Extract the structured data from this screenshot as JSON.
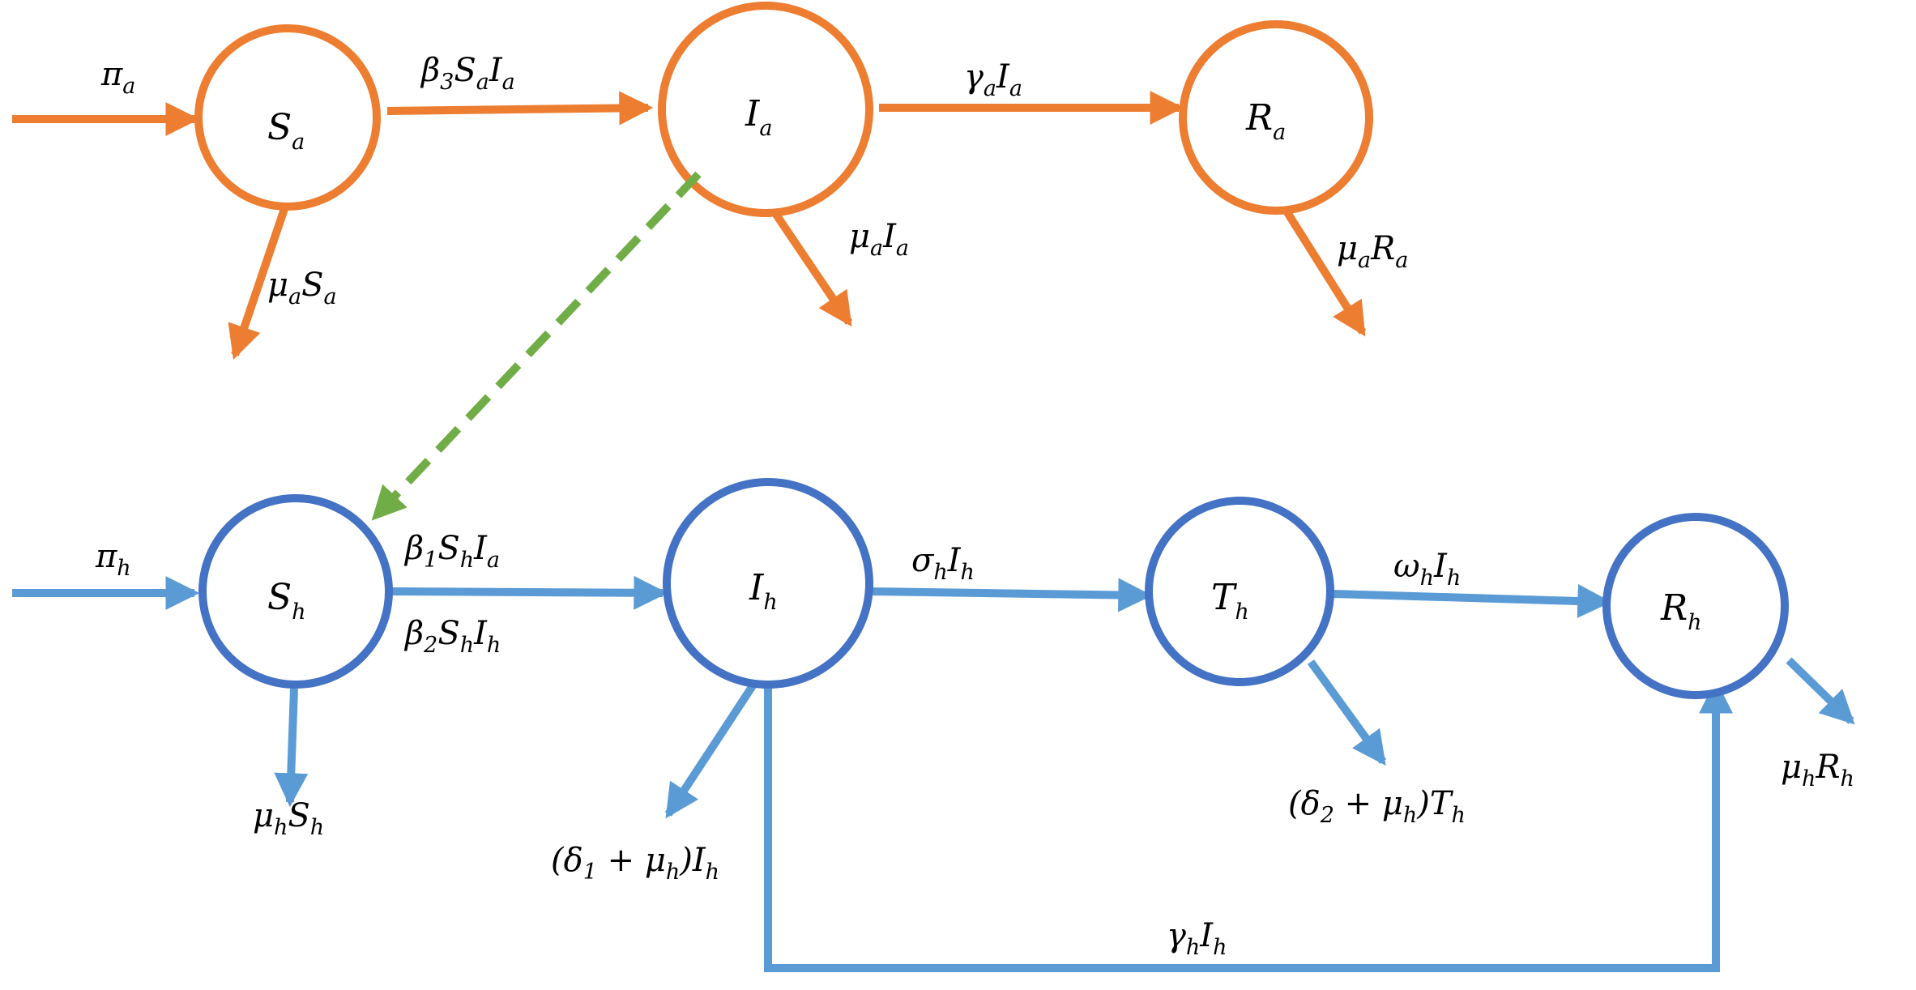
{
  "colors": {
    "animal": "#ED7D31",
    "human_arrow": "#5B9BD5",
    "human_node": "#4472C4",
    "cross": "#70AD47",
    "text": "#000000"
  },
  "animal": {
    "nodes": {
      "S": {
        "base": "S",
        "sub": "a"
      },
      "I": {
        "base": "I",
        "sub": "a"
      },
      "R": {
        "base": "R",
        "sub": "a"
      }
    },
    "labels": {
      "inflow": {
        "a": "π",
        "b": "a"
      },
      "infection": {
        "a": "β",
        "b": "3",
        "c": "S",
        "d": "a",
        "e": "I",
        "f": "a"
      },
      "recovery": {
        "a": "γ",
        "b": "a",
        "c": "I",
        "d": "a"
      },
      "death_S": {
        "a": "μ",
        "b": "a",
        "c": "S",
        "d": "a"
      },
      "death_I": {
        "a": "μ",
        "b": "a",
        "c": "I",
        "d": "a"
      },
      "death_R": {
        "a": "μ",
        "b": "a",
        "c": "R",
        "d": "a"
      }
    }
  },
  "human": {
    "nodes": {
      "S": {
        "base": "S",
        "sub": "h"
      },
      "I": {
        "base": "I",
        "sub": "h"
      },
      "T": {
        "base": "T",
        "sub": "h"
      },
      "R": {
        "base": "R",
        "sub": "h"
      }
    },
    "labels": {
      "inflow": {
        "a": "π",
        "b": "h"
      },
      "infection_from_animal": {
        "a": "β",
        "b": "1",
        "c": "S",
        "d": "h",
        "e": "I",
        "f": "a"
      },
      "infection_from_human": {
        "a": "β",
        "b": "2",
        "c": "S",
        "d": "h",
        "e": "I",
        "f": "h"
      },
      "treatment": {
        "a": "σ",
        "b": "h",
        "c": "I",
        "d": "h"
      },
      "treated_recovery": {
        "a": "ω",
        "b": "h",
        "c": "I",
        "d": "h"
      },
      "direct_recovery": {
        "a": "γ",
        "b": "h",
        "c": "I",
        "d": "h"
      },
      "death_S": {
        "a": "μ",
        "b": "h",
        "c": "S",
        "d": "h"
      },
      "death_R": {
        "a": "μ",
        "b": "h",
        "c": "R",
        "d": "h"
      },
      "death_I": {
        "a": "(δ",
        "b": "1",
        "c": " + μ",
        "d": "h",
        "e": ")I",
        "f": "h"
      },
      "death_T": {
        "a": "(δ",
        "b": "2",
        "c": " + μ",
        "d": "h",
        "e": ")T",
        "f": "h"
      }
    }
  }
}
